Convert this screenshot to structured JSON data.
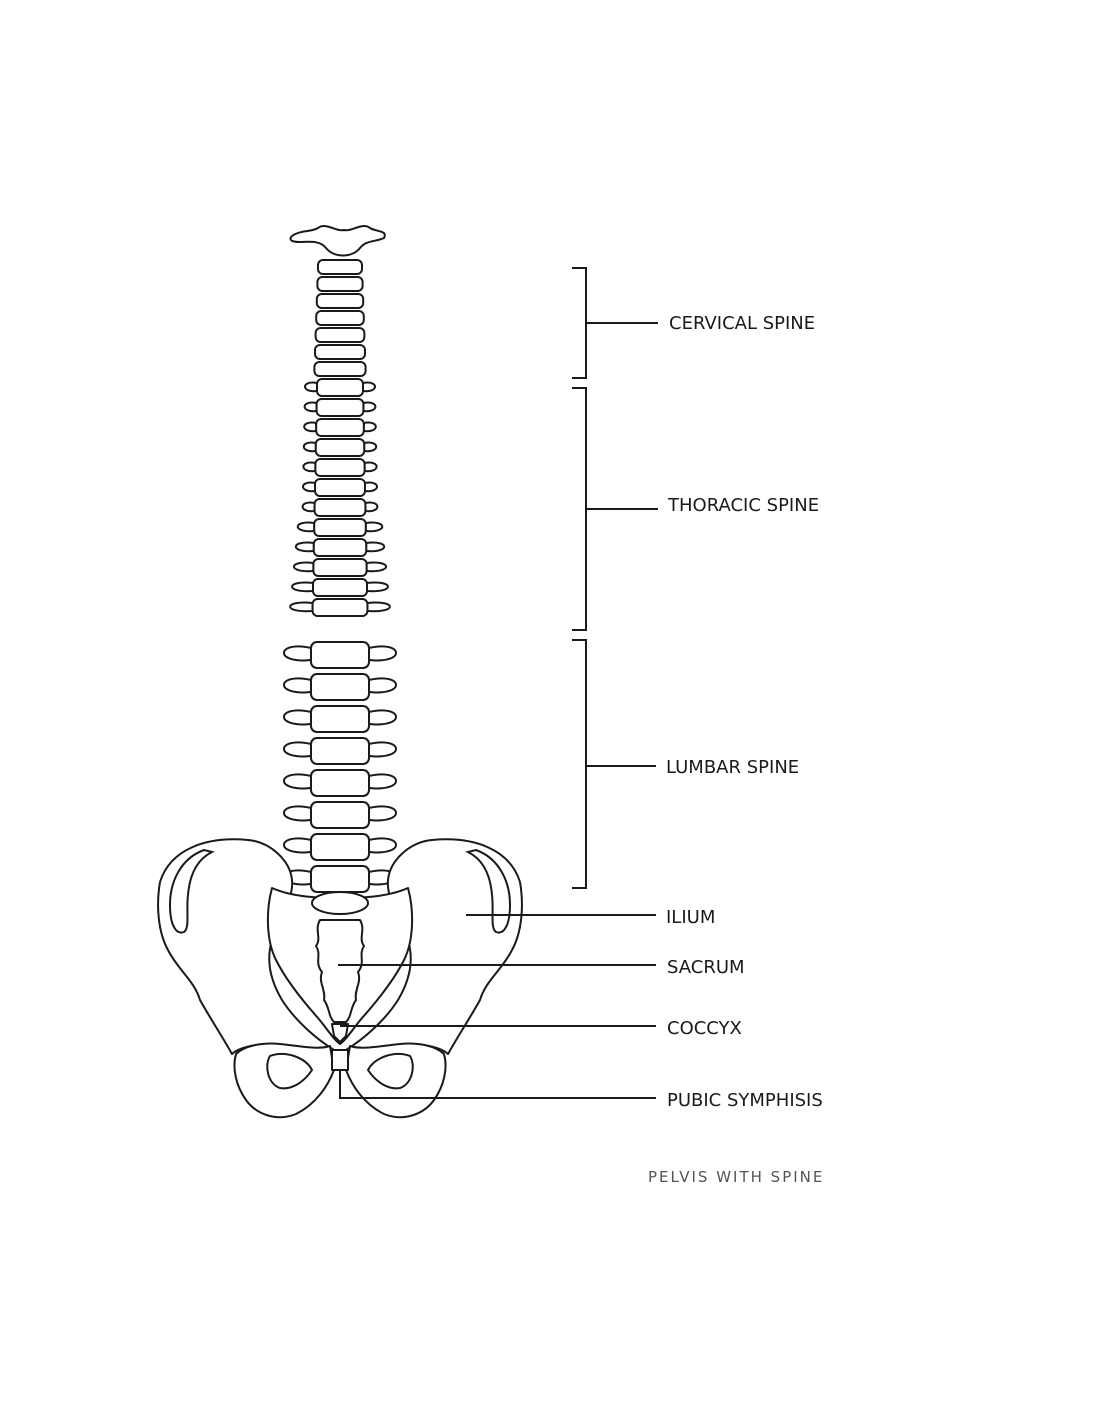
{
  "labels": {
    "cervical": "CERVICAL SPINE",
    "thoracic": "THORACIC SPINE",
    "lumbar": "LUMBAR SPINE",
    "ilium": "ILIUM",
    "sacrum": "SACRUM",
    "coccyx": "COCCYX",
    "pubic": "PUBIC SYMPHISIS"
  },
  "caption": "PELVIS WITH SPINE",
  "colors": {
    "line": "#1a1a1a",
    "caption": "#555555",
    "background": "#ffffff"
  }
}
